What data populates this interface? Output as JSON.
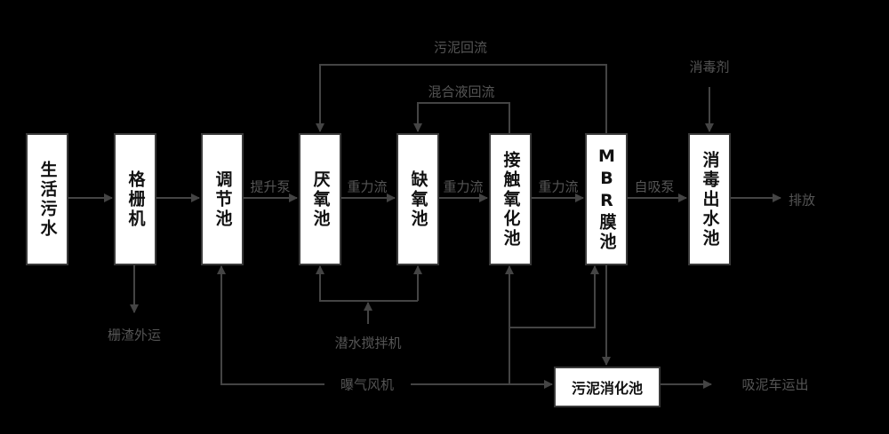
{
  "colors": {
    "line": "#444444",
    "label": "#555555",
    "box": "#ffffff"
  },
  "units": [
    {
      "id": "domestic-sewage",
      "label": "生活污水"
    },
    {
      "id": "bar-screen",
      "label": "格栅机"
    },
    {
      "id": "equalization-tank",
      "label": "调节池"
    },
    {
      "id": "anaerobic-tank",
      "label": "厌氧池"
    },
    {
      "id": "anoxic-tank",
      "label": "缺氧池"
    },
    {
      "id": "contact-oxidation-tank",
      "label": "接触氧化池"
    },
    {
      "id": "mbr-tank",
      "label": "MBR膜池"
    },
    {
      "id": "disinfection-tank",
      "label": "消毒出水池"
    }
  ],
  "sludge_digester": "污泥消化池",
  "flow_labels": {
    "lift_pump": "提升泵",
    "gravity_1": "重力流",
    "gravity_2": "重力流",
    "gravity_3": "重力流",
    "self_priming_pump": "自吸泵"
  },
  "side_labels": {
    "sludge_return": "污泥回流",
    "mixed_liquor_return": "混合液回流",
    "disinfectant": "消毒剂",
    "discharge": "排放",
    "screenings_out": "栅渣外运",
    "submersible_mixer": "潜水搅拌机",
    "aeration_blower": "曝气风机",
    "sludge_truck_out": "吸泥车运出"
  }
}
